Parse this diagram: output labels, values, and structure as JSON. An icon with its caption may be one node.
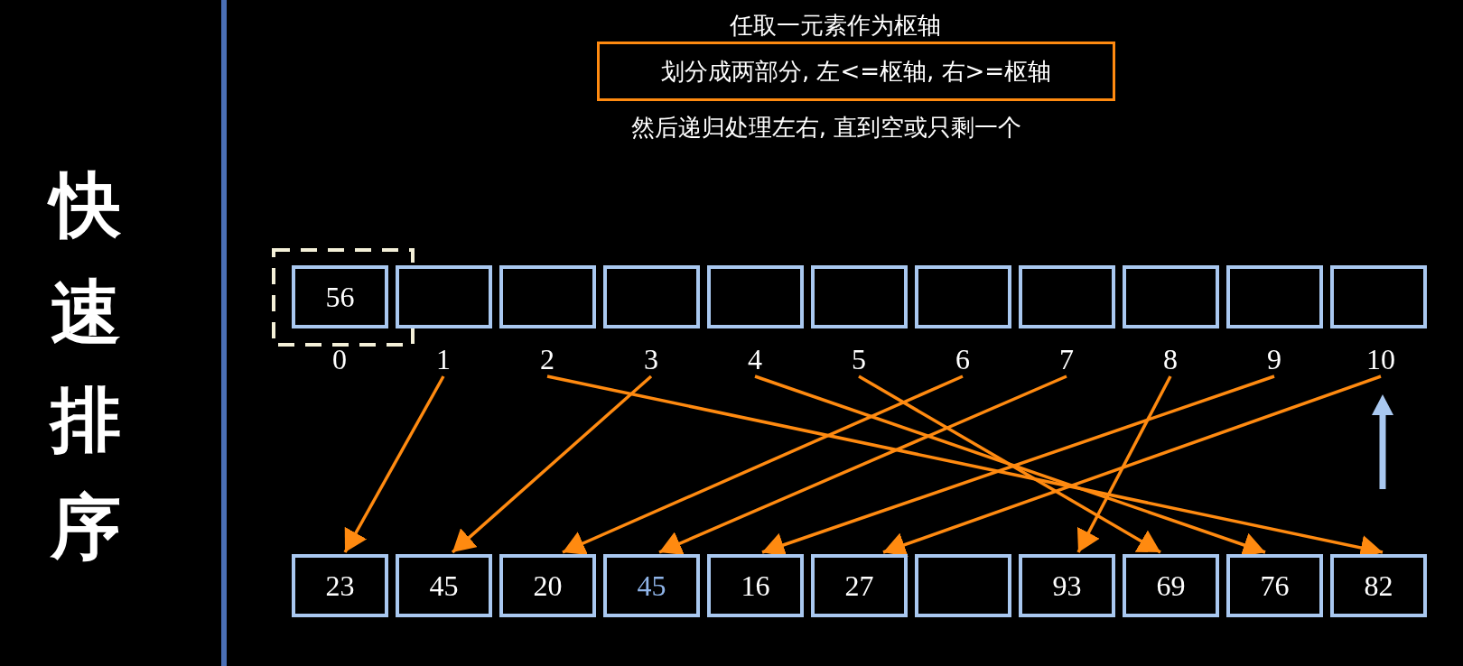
{
  "diagram": {
    "title": "快速排序",
    "nodes": [
      {
        "text": [
          "划分成两部分, 左<=枢轴, 右>=枢轴"
        ]
      },
      {
        "text": [
          "56"
        ]
      },
      {
        "text": [],
        "shape": "box"
      },
      {
        "text": [],
        "shape": "box"
      },
      {
        "text": [],
        "shape": "box"
      },
      {
        "text": [],
        "shape": "box"
      },
      {
        "text": [],
        "shape": "box"
      },
      {
        "text": [],
        "shape": "box"
      },
      {
        "text": [],
        "shape": "box"
      },
      {
        "text": [],
        "shape": "box"
      },
      {
        "text": [],
        "shape": "box"
      },
      {
        "text": [],
        "shape": "box"
      },
      {
        "text": [
          "0"
        ]
      },
      {
        "text": [
          "1"
        ]
      },
      {
        "text": [
          "2"
        ]
      },
      {
        "text": [
          "3"
        ]
      },
      {
        "text": [
          "4"
        ]
      },
      {
        "text": [
          "5"
        ]
      },
      {
        "text": [
          "6"
        ]
      },
      {
        "text": [
          "7"
        ]
      },
      {
        "text": [
          "8"
        ]
      },
      {
        "text": [
          "9"
        ]
      },
      {
        "text": [
          "10"
        ]
      },
      {
        "text": [
          "23"
        ]
      },
      {
        "text": [
          "45"
        ]
      },
      {
        "text": [
          "20"
        ]
      },
      {
        "text": [
          "45"
        ]
      },
      {
        "text": [
          "16"
        ]
      },
      {
        "text": [
          "27"
        ]
      },
      {
        "text": [],
        "shape": "box"
      },
      {
        "text": [
          "93"
        ]
      },
      {
        "text": [
          "69"
        ]
      },
      {
        "text": [
          "76"
        ]
      },
      {
        "text": [
          "82"
        ]
      }
    ],
    "edges": [
      {
        "from": 13,
        "to": 23,
        "arrow": "to"
      },
      {
        "from": 15,
        "to": 24,
        "arrow": "to"
      },
      {
        "from": 18,
        "to": 25,
        "arrow": "to"
      },
      {
        "from": 19,
        "to": 26,
        "arrow": "to"
      },
      {
        "from": 21,
        "to": 27,
        "arrow": "to"
      },
      {
        "from": 22,
        "to": 28,
        "arrow": "to"
      },
      {
        "from": 20,
        "to": 30,
        "arrow": "to"
      },
      {
        "from": 17,
        "to": 31,
        "arrow": "to"
      },
      {
        "from": 16,
        "to": 32,
        "arrow": "to"
      },
      {
        "from": 14,
        "to": 33,
        "arrow": "to"
      }
    ],
    "labels": [
      "任取一元素作为枢轴",
      "然后递归处理左右, 直到空或只剩一个"
    ]
  }
}
